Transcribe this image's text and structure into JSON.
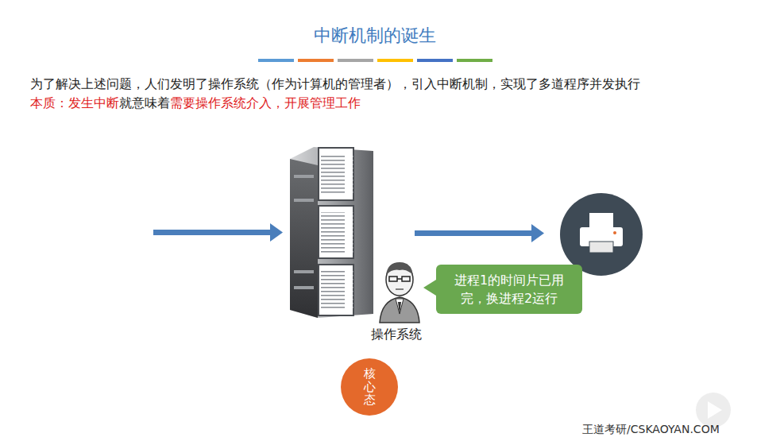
{
  "diagram": {
    "title": "中断机制的诞生",
    "nodes": [
      {
        "text": [
          "进程1的时间片已用完，换进程2运行"
        ]
      },
      {
        "text": [
          "核心态"
        ]
      }
    ],
    "labels": [
      "为了解决上述问题，人们发明了操作系统（作为计算机的管理者），引入中断机制，实现了多道程序并发执行",
      "本质：发生中断",
      "就意味着",
      "需要操作系统介入，开展管理工作",
      "操作系统",
      "王道考研/CSKAOYAN.COM"
    ]
  }
}
